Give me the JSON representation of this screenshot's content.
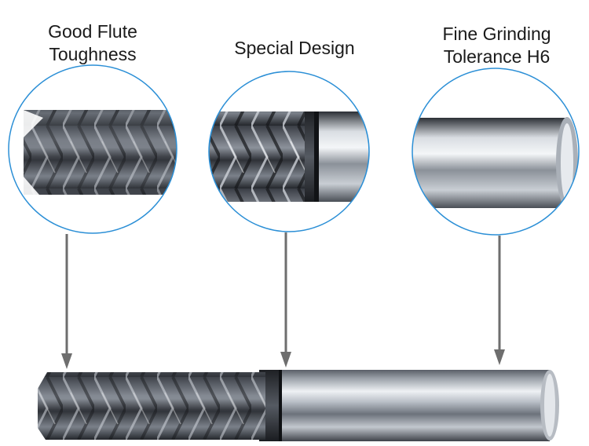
{
  "callouts": [
    {
      "lines": [
        "Good Flute",
        "Toughness"
      ]
    },
    {
      "lines": [
        "Special Design"
      ]
    },
    {
      "lines": [
        "Fine Grinding",
        "Tolerance H6"
      ]
    }
  ],
  "colors": {
    "ring": "#2b8fd6",
    "arrow": "#6e6e6e",
    "shank_light": "#dfe3e8",
    "shank_dark": "#3c4048",
    "flute_dark": "#2a2d33",
    "flute_light": "#c9ced6"
  },
  "icons": {
    "arrow": "arrow-down-icon"
  }
}
